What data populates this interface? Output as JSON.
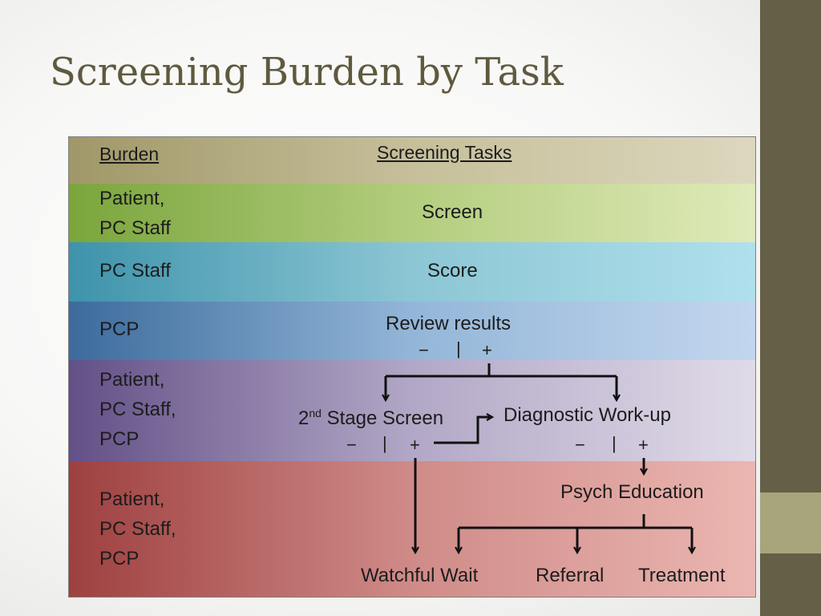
{
  "slide": {
    "title": "Screening Burden by Task"
  },
  "diagram": {
    "header": {
      "burden_label": "Burden",
      "tasks_label": "Screening Tasks"
    },
    "rows": [
      {
        "burden": "Patient,\nPC Staff",
        "task": "Screen"
      },
      {
        "burden": "PC Staff",
        "task": "Score"
      },
      {
        "burden": "PCP",
        "task": "Review results",
        "minus": "−",
        "divider": "|",
        "plus": "+"
      },
      {
        "burden": "Patient,\nPC Staff,\nPCP",
        "task_left_prefix": "2",
        "task_left_sup": "nd",
        "task_left_rest": " Stage Screen",
        "task_right": "Diagnostic Work-up",
        "minus": "−",
        "divider": "|",
        "plus": "+"
      },
      {
        "burden": "Patient,\nPC Staff,\nPCP",
        "task": "Psych Education",
        "outcomes": [
          "Watchful Wait",
          "Referral",
          "Treatment"
        ]
      }
    ],
    "colors": {
      "header_band": "#a09868",
      "green_band": "#7aa53c",
      "teal_band": "#3e93ab",
      "blue_band": "#3c6b9c",
      "purple_band": "#635087",
      "red_band": "#9e4040",
      "line": "#111111",
      "sidebar_dark": "#655f47",
      "sidebar_light": "#a8a47c",
      "title": "#5f5a3e"
    }
  }
}
